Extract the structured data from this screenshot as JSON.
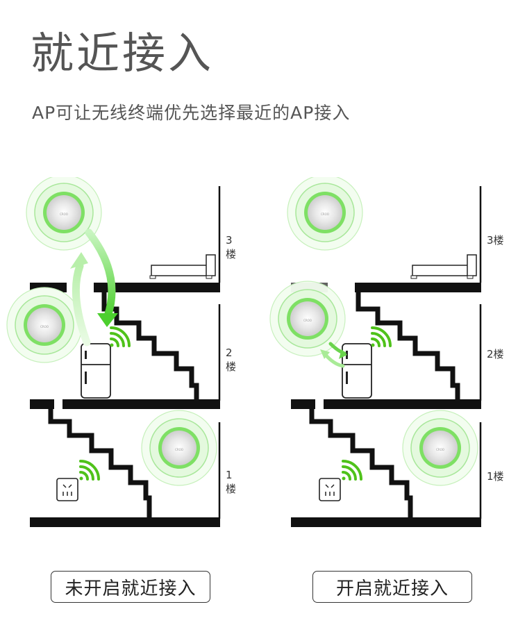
{
  "header": {
    "title": "就近接入",
    "subtitle": "AP可让无线终端优先选择最近的AP接入"
  },
  "floors": {
    "f3": "3楼",
    "f2": "2楼",
    "f1": "1楼"
  },
  "ap_label": "CROO",
  "buttons": {
    "left": "未开启就近接入",
    "right": "开启就近接入"
  },
  "colors": {
    "accent_green": "#6cd94f",
    "wifi_green": "#4fc21a",
    "line_dark": "#111111"
  },
  "icons": [
    "access-point-icon",
    "wifi-signal-icon",
    "refrigerator-icon",
    "power-socket-icon",
    "bed-icon",
    "arrow-icon"
  ]
}
